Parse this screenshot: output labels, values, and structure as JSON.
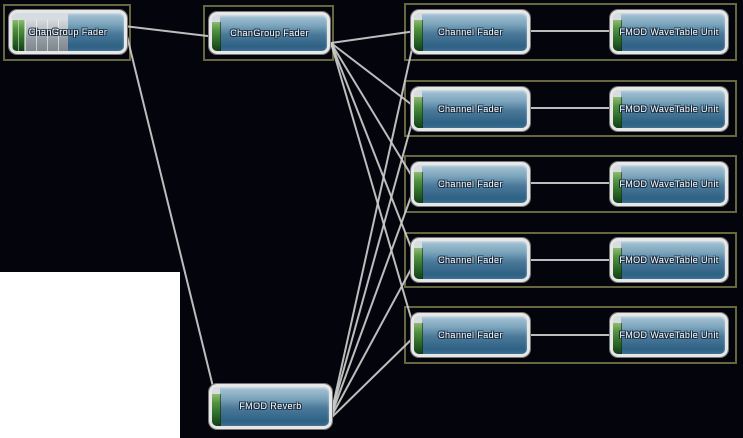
{
  "app": {
    "title": "FMOD DSP Network Graph"
  },
  "colors": {
    "background": "#04040c",
    "group_box_border": "#67673f",
    "node_border": "#e7e7e7",
    "node_body_top": "#a9c5d5",
    "node_body_bottom": "#2e6184",
    "meter_green": "#539240",
    "edge": "#cdcdcd",
    "label_text": "#ffffff",
    "overlay_panel": "#ffffff"
  },
  "graph": {
    "master_fader": {
      "label": "ChanGroup Fader"
    },
    "group_fader": {
      "label": "ChanGroup Fader"
    },
    "reverb": {
      "label": "FMOD Reverb"
    },
    "channels": [
      {
        "fader_label": "Channel Fader",
        "unit_label": "FMOD WaveTable Unit"
      },
      {
        "fader_label": "Channel Fader",
        "unit_label": "FMOD WaveTable Unit"
      },
      {
        "fader_label": "Channel Fader",
        "unit_label": "FMOD WaveTable Unit"
      },
      {
        "fader_label": "Channel Fader",
        "unit_label": "FMOD WaveTable Unit"
      },
      {
        "fader_label": "Channel Fader",
        "unit_label": "FMOD WaveTable Unit"
      }
    ]
  }
}
